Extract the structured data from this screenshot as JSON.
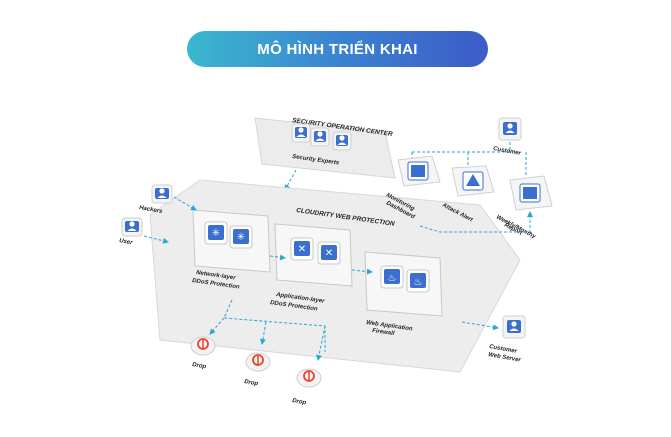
{
  "header": {
    "title": "MÔ HÌNH TRIỂN KHAI"
  },
  "soc": {
    "title": "SECURITY OPERATION CENTER",
    "experts_label": "Security Experts"
  },
  "sources": {
    "hackers_label": "Hackers",
    "user_label": "User"
  },
  "platform": {
    "title": "CLOUDRITY WEB PROTECTION",
    "network_label": [
      "Network-layer",
      "DDoS Protection"
    ],
    "app_label": [
      "Application-layer",
      "DDoS Protection"
    ],
    "waf_label": [
      "Web Application",
      "Firewall"
    ]
  },
  "reports": {
    "monitoring_label": [
      "Monitoring",
      "Dashboard"
    ],
    "alert_label": "Attack Alert",
    "weekly_label": [
      "Weekly/Monthy",
      "Report"
    ],
    "customer_label": "Customer"
  },
  "server": {
    "label": [
      "Customer",
      "Web Server"
    ]
  },
  "drops": {
    "label": "Drop"
  },
  "colors": {
    "accent": "#2aa6d6",
    "icon_blue": "#3a6fd0",
    "drop_red": "#e8452c"
  }
}
